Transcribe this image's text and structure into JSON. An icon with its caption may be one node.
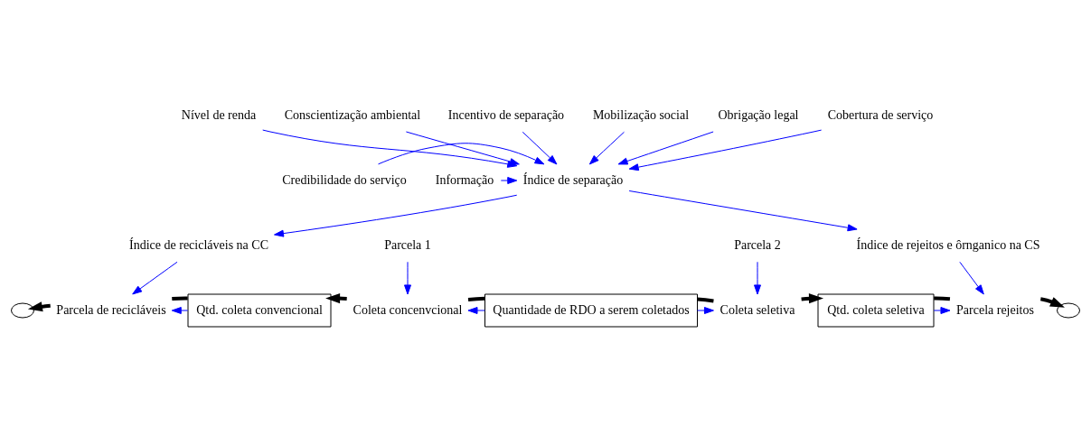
{
  "diagram": {
    "nodes": [
      {
        "text": [
          "Nível de renda"
        ]
      },
      {
        "text": [
          "Conscientização ambiental"
        ]
      },
      {
        "text": [
          "Incentivo de separação"
        ]
      },
      {
        "text": [
          "Mobilização social"
        ]
      },
      {
        "text": [
          "Obrigação legal"
        ]
      },
      {
        "text": [
          "Cobertura de serviço"
        ]
      },
      {
        "text": [
          "Informação"
        ]
      },
      {
        "text": [
          "Índice de separação"
        ]
      },
      {
        "text": [
          "Credibilidade do serviço"
        ]
      },
      {
        "text": [
          "Índice de recicláveis na CC"
        ]
      },
      {
        "text": [
          "Parcela 1"
        ]
      },
      {
        "text": [
          "Parcela 2"
        ]
      },
      {
        "text": [
          "Índice de rejeitos e ôrnganico na CS"
        ]
      },
      {
        "text": [],
        "shape": "cloud"
      },
      {
        "text": [
          "Parcela de recicláveis"
        ]
      },
      {
        "text": [
          "Qtd. coleta convencional"
        ]
      },
      {
        "text": [
          "Coleta concenvcional"
        ]
      },
      {
        "text": [
          "Quantidade de RDO a serem coletados"
        ]
      },
      {
        "text": [
          "Coleta seletiva"
        ]
      },
      {
        "text": [
          "Qtd. coleta seletiva"
        ]
      },
      {
        "text": [
          "Parcela rejeitos"
        ]
      },
      {
        "text": [],
        "shape": "cloud"
      }
    ],
    "edges": [
      {
        "from": 0,
        "to": 7,
        "arrow": "to"
      },
      {
        "from": 1,
        "to": 7,
        "arrow": "to"
      },
      {
        "from": 2,
        "to": 7,
        "arrow": "to"
      },
      {
        "from": 3,
        "to": 7,
        "arrow": "to"
      },
      {
        "from": 4,
        "to": 7,
        "arrow": "to"
      },
      {
        "from": 5,
        "to": 7,
        "arrow": "to"
      },
      {
        "from": 6,
        "to": 7,
        "arrow": "to"
      },
      {
        "from": 8,
        "to": 7,
        "arrow": "to"
      },
      {
        "from": 7,
        "to": 9,
        "arrow": "to"
      },
      {
        "from": 7,
        "to": 12,
        "arrow": "to"
      },
      {
        "from": 9,
        "to": 14,
        "arrow": "to"
      },
      {
        "from": 10,
        "to": 16,
        "arrow": "to"
      },
      {
        "from": 11,
        "to": 18,
        "arrow": "to"
      },
      {
        "from": 12,
        "to": 20,
        "arrow": "to"
      },
      {
        "from": 15,
        "to": 14,
        "arrow": "to"
      },
      {
        "from": 17,
        "to": 16,
        "arrow": "to"
      },
      {
        "from": 17,
        "to": 18,
        "arrow": "to"
      },
      {
        "from": 19,
        "to": 20,
        "arrow": "to"
      },
      {
        "from": 17,
        "to": 16,
        "arrow": "none",
        "style": "thick",
        "color": "#000000"
      },
      {
        "from": 16,
        "to": 15,
        "arrow": "to",
        "style": "thick",
        "color": "#000000"
      },
      {
        "from": 15,
        "to": 14,
        "arrow": "none",
        "style": "thick",
        "color": "#000000"
      },
      {
        "from": 14,
        "to": 13,
        "arrow": "to",
        "style": "thick",
        "color": "#000000"
      },
      {
        "from": 17,
        "to": 18,
        "arrow": "none",
        "style": "thick",
        "color": "#000000"
      },
      {
        "from": 18,
        "to": 19,
        "arrow": "to",
        "style": "thick",
        "color": "#000000"
      },
      {
        "from": 19,
        "to": 20,
        "arrow": "none",
        "style": "thick",
        "color": "#000000"
      },
      {
        "from": 20,
        "to": 21,
        "arrow": "to",
        "style": "thick",
        "color": "#000000"
      }
    ]
  }
}
